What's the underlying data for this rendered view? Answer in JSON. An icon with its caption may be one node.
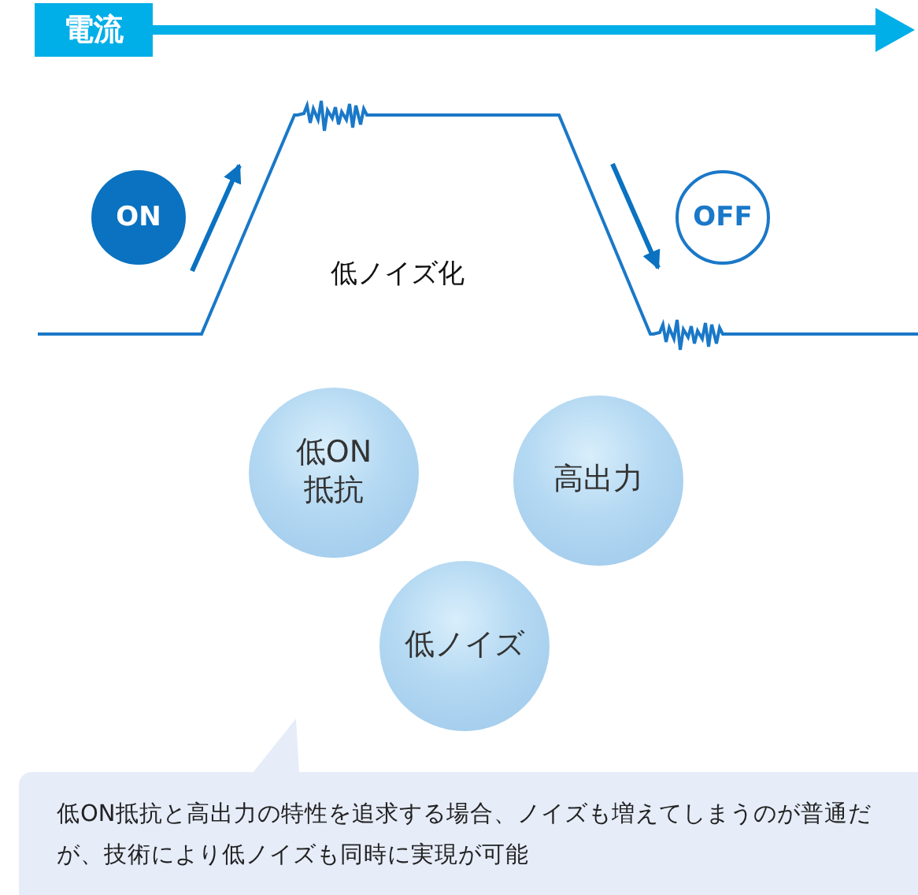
{
  "diagram": {
    "nodes": [
      {
        "text": [
          "電流"
        ]
      },
      {
        "text": [
          "ON"
        ]
      },
      {
        "text": [
          "OFF"
        ]
      },
      {
        "text": [
          "低ON抵抗"
        ]
      },
      {
        "text": [
          "高出力"
        ]
      },
      {
        "text": [
          "低ノイズ"
        ]
      },
      {
        "text": [
          "低ON抵抗と高出力の特性を追求する場合、ノイズも増えてしまうのが普通だが、技術により低ノイズも同時に実現が可能"
        ]
      }
    ],
    "labels": [
      "低ノイズ化"
    ]
  }
}
